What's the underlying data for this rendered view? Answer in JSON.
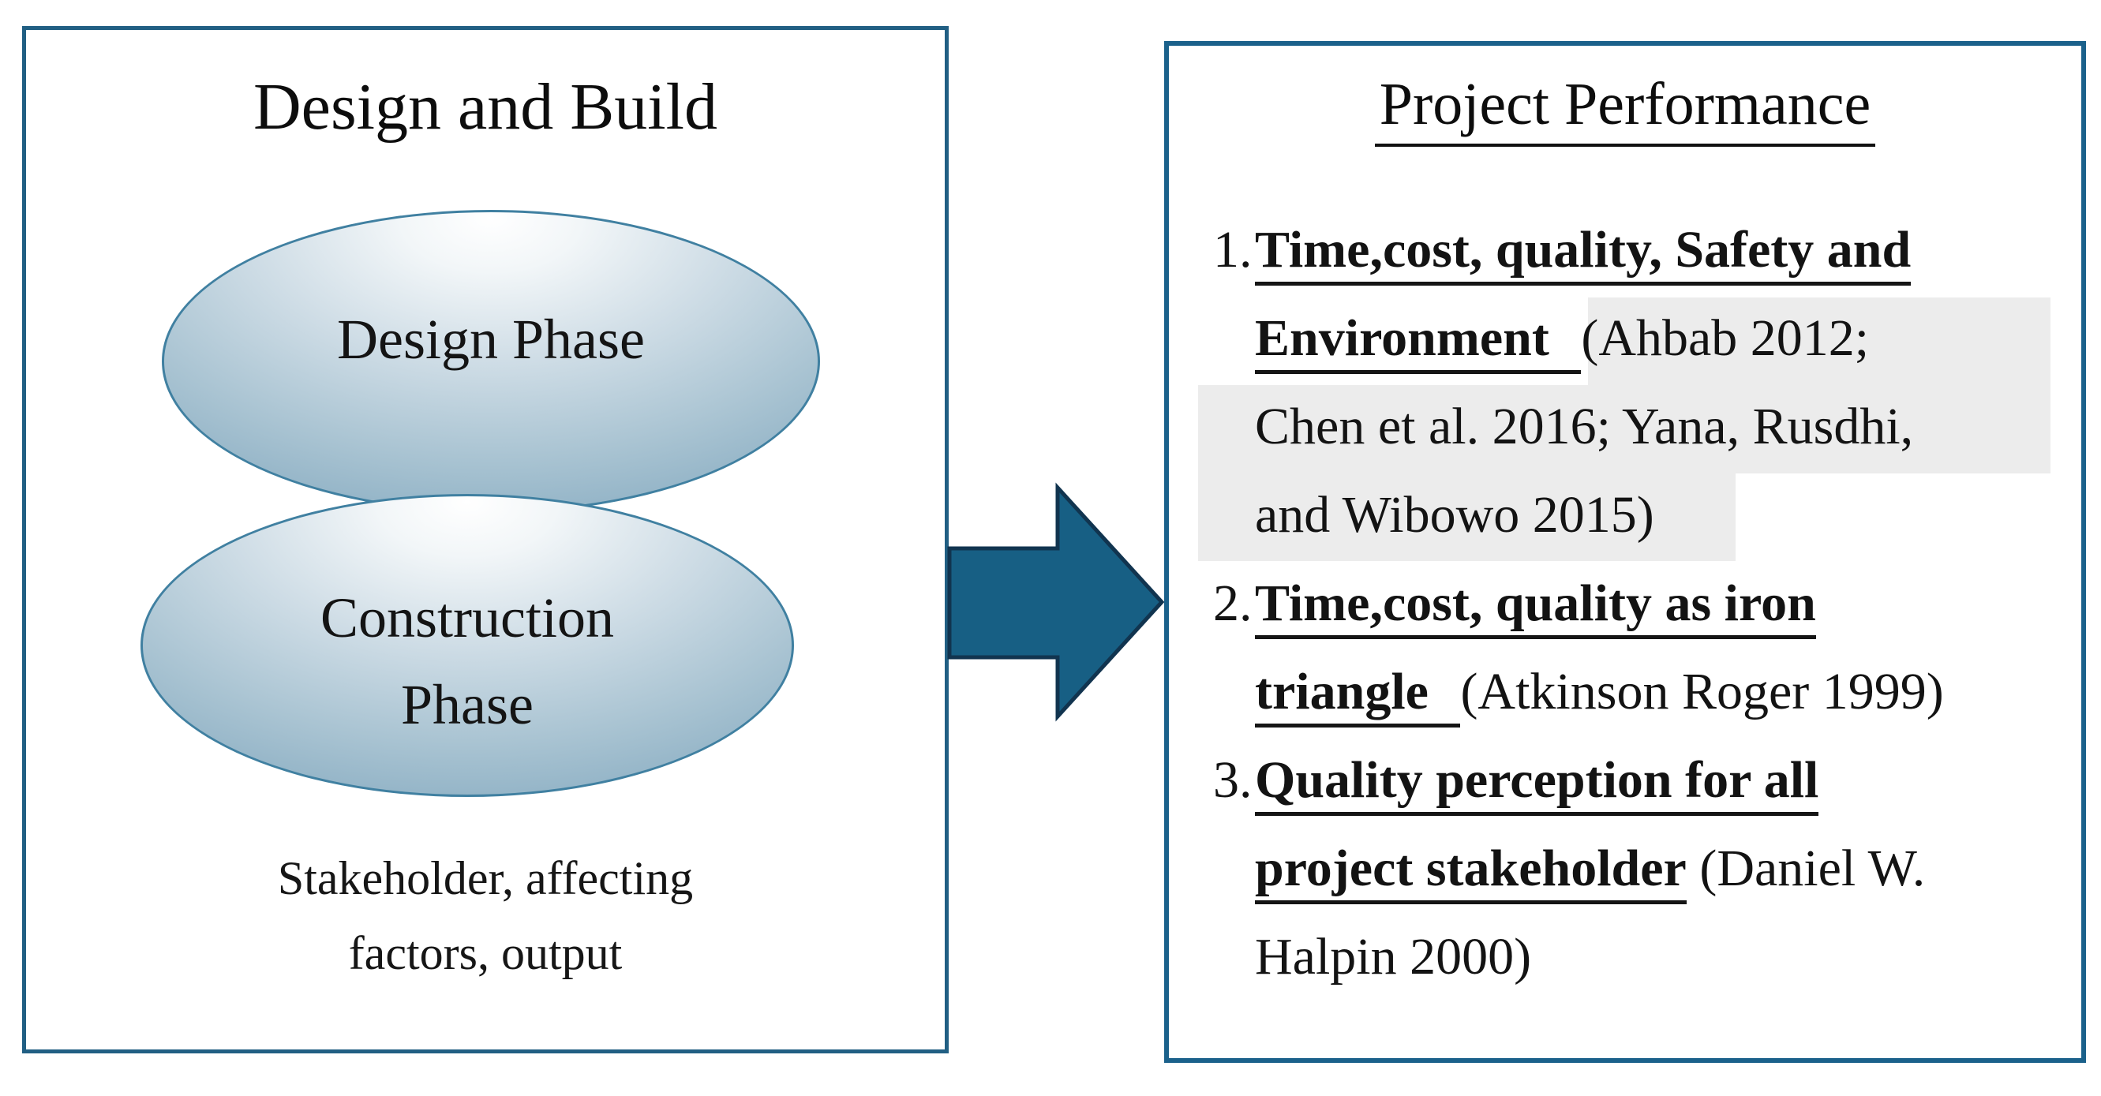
{
  "left_panel": {
    "title": "Design and Build",
    "ellipses": [
      {
        "label": "Design Phase",
        "label_lines": [
          "Design Phase"
        ]
      },
      {
        "label": "Construction Phase",
        "label_lines": [
          "Construction",
          "Phase"
        ]
      }
    ],
    "caption_lines": [
      "Stakeholder, affecting",
      "factors, output"
    ]
  },
  "arrow": {
    "icon": "right-arrow-icon",
    "fill": "#175f84",
    "stroke": "#11344f"
  },
  "right_panel": {
    "title": "Project Performance",
    "items": [
      {
        "number": "1.",
        "heading": "Time,cost, quality, Safety and Environment ",
        "citation": "(Ahbab 2012; Chen et al. 2016; Yana, Rusdhi, and Wibowo 2015)",
        "highlighted": true
      },
      {
        "number": "2.",
        "heading": "Time,cost, quality as iron triangle ",
        "citation": "(Atkinson Roger 1999)",
        "highlighted": false
      },
      {
        "number": "3.",
        "heading": "Quality perception for all project stakeholder",
        "citation": "(Daniel W. Halpin 2000)",
        "highlighted": false
      }
    ],
    "lines": [
      {
        "number": "1.",
        "seg1": "Time,cost, quality, Safety and",
        "seg2": ""
      },
      {
        "seg1": "Environment ",
        "seg2": "(Ahbab 2012;"
      },
      {
        "seg1": "Chen et al. 2016; Yana, Rusdhi,",
        "seg2": ""
      },
      {
        "seg1": "and Wibowo 2015)",
        "seg2": ""
      },
      {
        "number": "2.",
        "seg1": "Time,cost, quality as iron",
        "seg2": ""
      },
      {
        "seg1": "triangle ",
        "seg2": "(Atkinson Roger 1999)"
      },
      {
        "number": "3.",
        "seg1": "Quality perception for all",
        "seg2": ""
      },
      {
        "seg1": "project stakeholder",
        "seg2": "(Daniel W."
      },
      {
        "seg1": "Halpin 2000)",
        "seg2": ""
      }
    ]
  },
  "colors": {
    "panel_border_left": "#215f83",
    "panel_border_right": "#1b618b",
    "arrow_fill": "#175f84",
    "arrow_stroke": "#11344f",
    "ellipse_border": "#4080a1",
    "ellipse_edge": "#6397b1",
    "ellipse_highlight": "#ffffff",
    "citation_highlight": "#ececec",
    "text": "#111111",
    "background": "#ffffff"
  }
}
